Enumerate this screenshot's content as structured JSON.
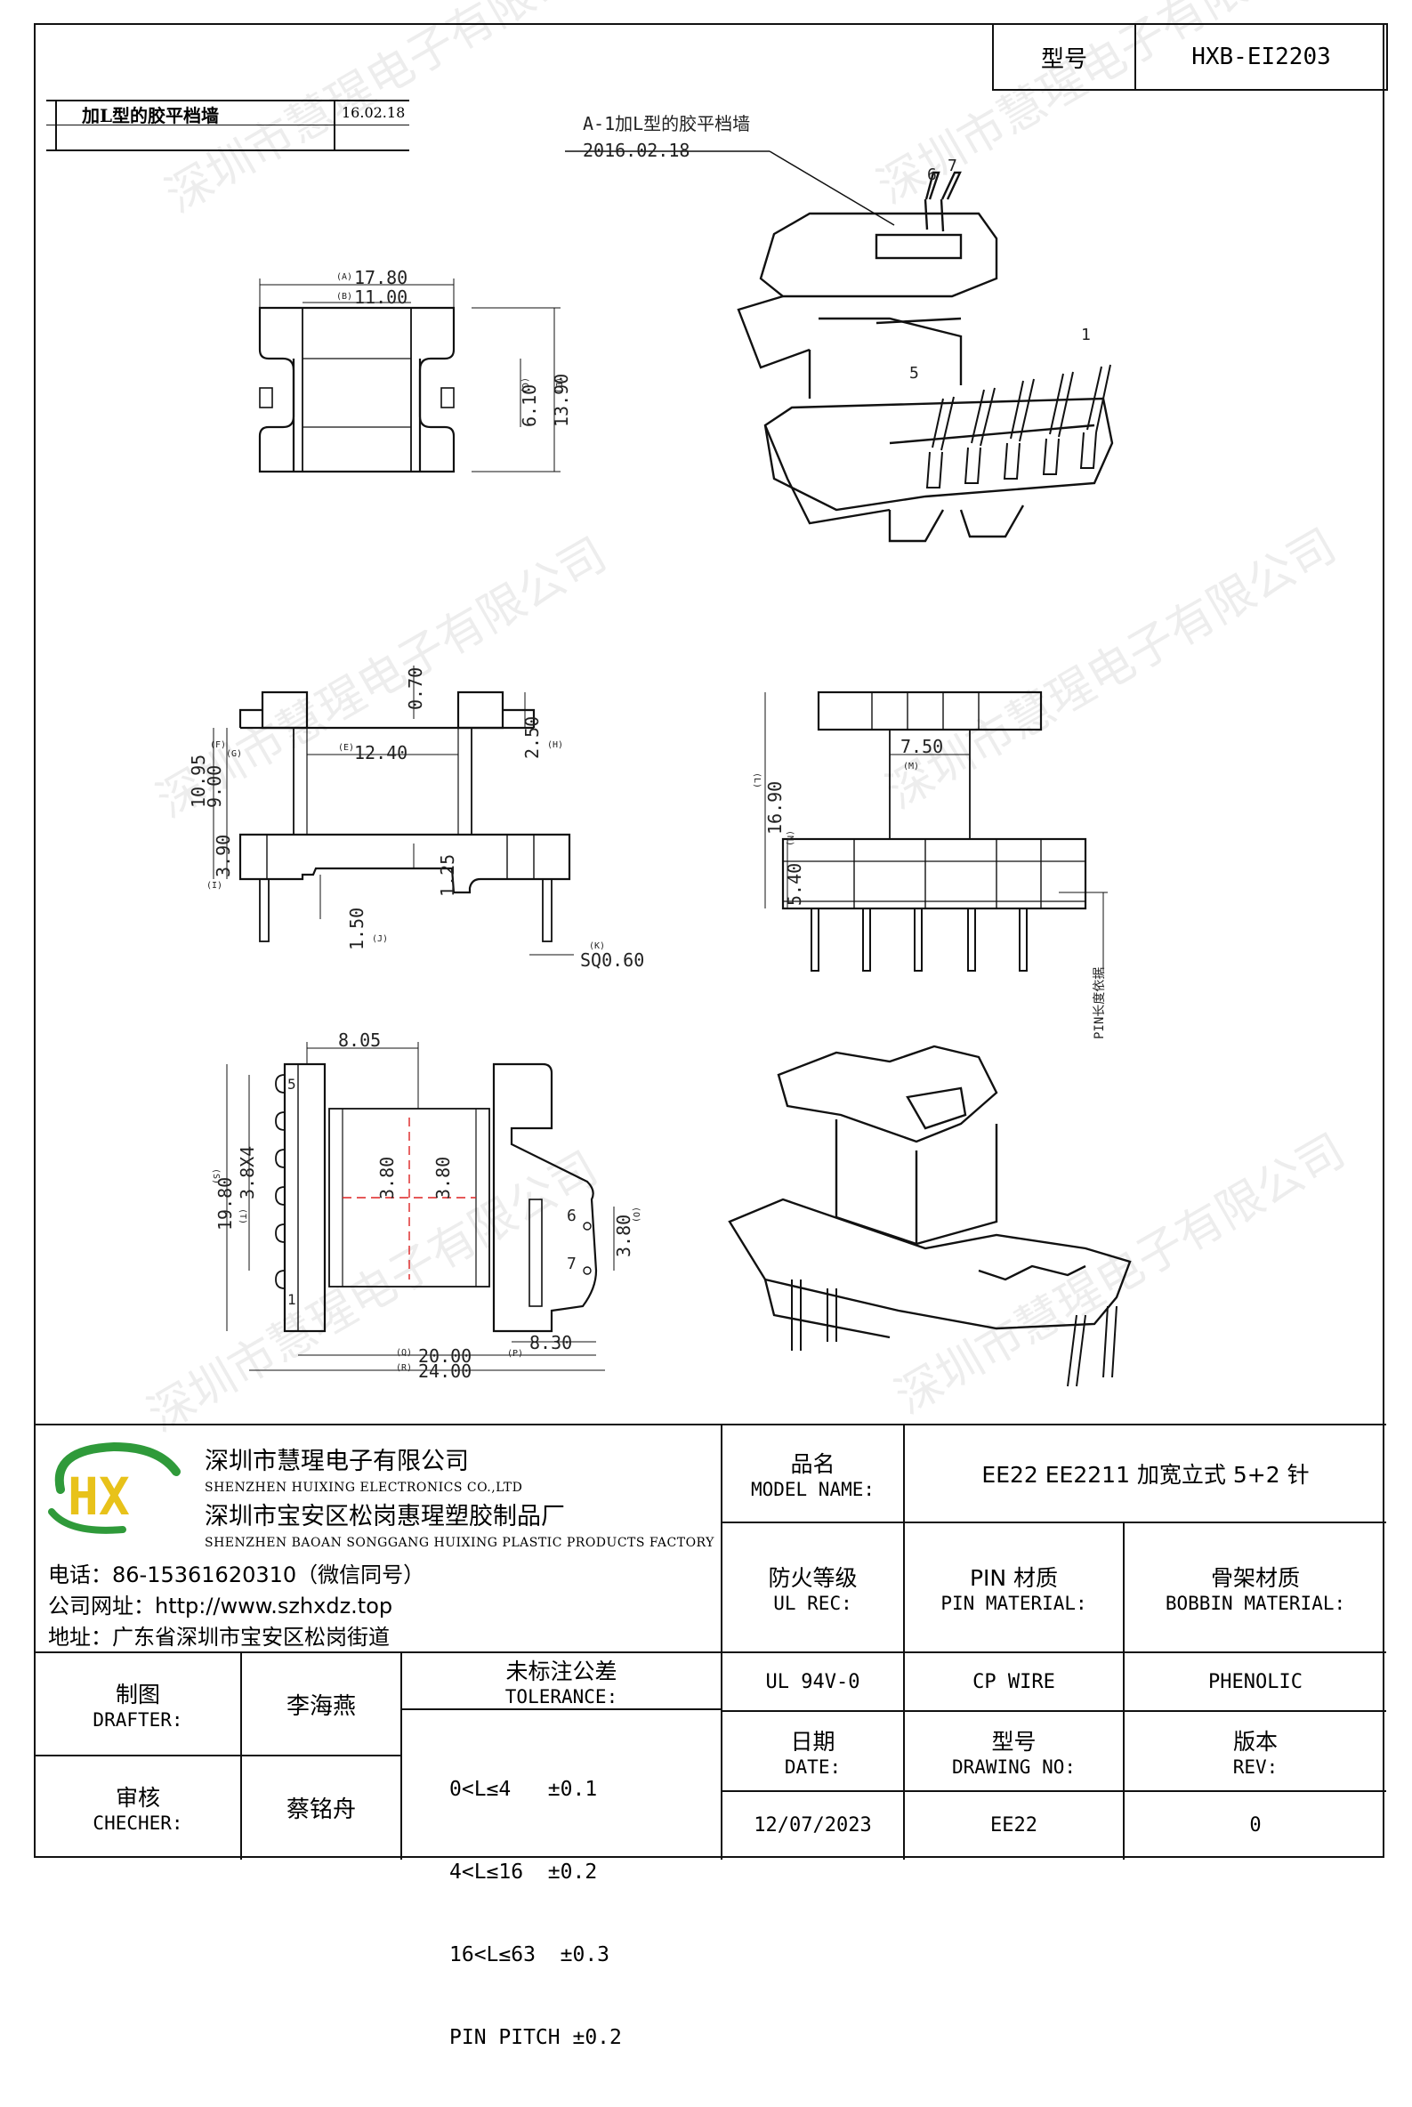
{
  "header": {
    "model_label": "型号",
    "model_value": "HXB-EI2203"
  },
  "revision_box": {
    "title": "加L型的胶平档墙",
    "date": "16.02.18"
  },
  "callout": {
    "line1": "A-1加L型的胶平档墙",
    "line2": "2016.02.18"
  },
  "top_view": {
    "dim_a": "17.80",
    "dim_b": "11.00",
    "dim_c": "6.10",
    "dim_d": "13.90",
    "tag_a": "(A)",
    "tag_b": "(B)",
    "tag_c": "(C)",
    "tag_d": "(D)"
  },
  "front_view": {
    "dim_top": "0.70",
    "dim_e": "12.40",
    "dim_h": "2.50",
    "dim_f": "10.95",
    "dim_g": "9.00",
    "dim_i": "3.90",
    "dim_mid": "1.25",
    "dim_j": "1.50",
    "dim_k": "SQ0.60",
    "tag_e": "(E)",
    "tag_f": "(F)",
    "tag_g": "(G)",
    "tag_h": "(H)",
    "tag_i": "(I)",
    "tag_j": "(J)",
    "tag_k": "(K)"
  },
  "side_view": {
    "dim_m": "7.50",
    "dim_l": "16.90",
    "dim_n": "5.40",
    "pin_note": "PIN长度依据",
    "tag_l": "(L)",
    "tag_m": "(M)",
    "tag_n": "(N)"
  },
  "bottom_view": {
    "dim_805": "8.05",
    "dim_s": "19.80",
    "dim_pitch": "3.8X4",
    "dim_380a": "3.80",
    "dim_380b": "3.80",
    "dim_o": "3.80",
    "dim_p": "8.30",
    "dim_q": "20.00",
    "dim_r": "24.00",
    "pin5": "5",
    "pin1": "1",
    "pin6": "6",
    "pin7": "7",
    "tag_o": "(O)",
    "tag_p": "(P)",
    "tag_q": "(Q)",
    "tag_r": "(R)",
    "tag_s": "(S)",
    "tag_t": "(T)"
  },
  "iso_labels": {
    "p6": "6",
    "p7": "7",
    "p1": "1",
    "p5": "5"
  },
  "watermark": "深圳市慧瑆电子有限公司",
  "company": {
    "name_cn": "深圳市慧瑆电子有限公司",
    "name_en": "SHENZHEN HUIXING ELECTRONICS CO.,LTD",
    "factory_cn": "深圳市宝安区松岗惠瑆塑胶制品厂",
    "factory_en": "SHENZHEN BAOAN SONGGANG HUIXING PLASTIC PRODUCTS FACTORY",
    "phone": "电话：86-15361620310（微信同号）",
    "website": "公司网址：http://www.szhxdz.top",
    "address": "地址：广东省深圳市宝安区松岗街道",
    "logo_text": "HX",
    "logo_colors": {
      "h": "#e8c21a",
      "x": "#2f9a3a"
    }
  },
  "title_block": {
    "model_name_cn": "品名",
    "model_name_en": "MODEL NAME:",
    "model_name_value": "EE22 EE2211 加宽立式 5+2 针",
    "ul_cn": "防火等级",
    "ul_en": "UL REC:",
    "pin_cn": "PIN 材质",
    "pin_en": "PIN MATERIAL:",
    "bobbin_cn": "骨架材质",
    "bobbin_en": "BOBBIN MATERIAL:",
    "ul_value": "UL 94V-0",
    "pin_value": "CP WIRE",
    "bobbin_value": "PHENOLIC",
    "drafter_cn": "制图",
    "drafter_en": "DRAFTER:",
    "drafter_name": "李海燕",
    "checker_cn": "审核",
    "checker_en": "CHECHER:",
    "checker_name": "蔡铭舟",
    "tol_cn": "未标注公差",
    "tol_en": "TOLERANCE:",
    "tol_lines": [
      "0<L≤4   ±0.1",
      "4<L≤16  ±0.2",
      "16<L≤63  ±0.3",
      "PIN PITCH ±0.2"
    ],
    "date_cn": "日期",
    "date_en": "DATE:",
    "drawing_cn": "型号",
    "drawing_en": "DRAWING NO:",
    "rev_cn": "版本",
    "rev_en": "REV:",
    "date_value": "12/07/2023",
    "drawing_value": "EE22",
    "rev_value": "0"
  }
}
